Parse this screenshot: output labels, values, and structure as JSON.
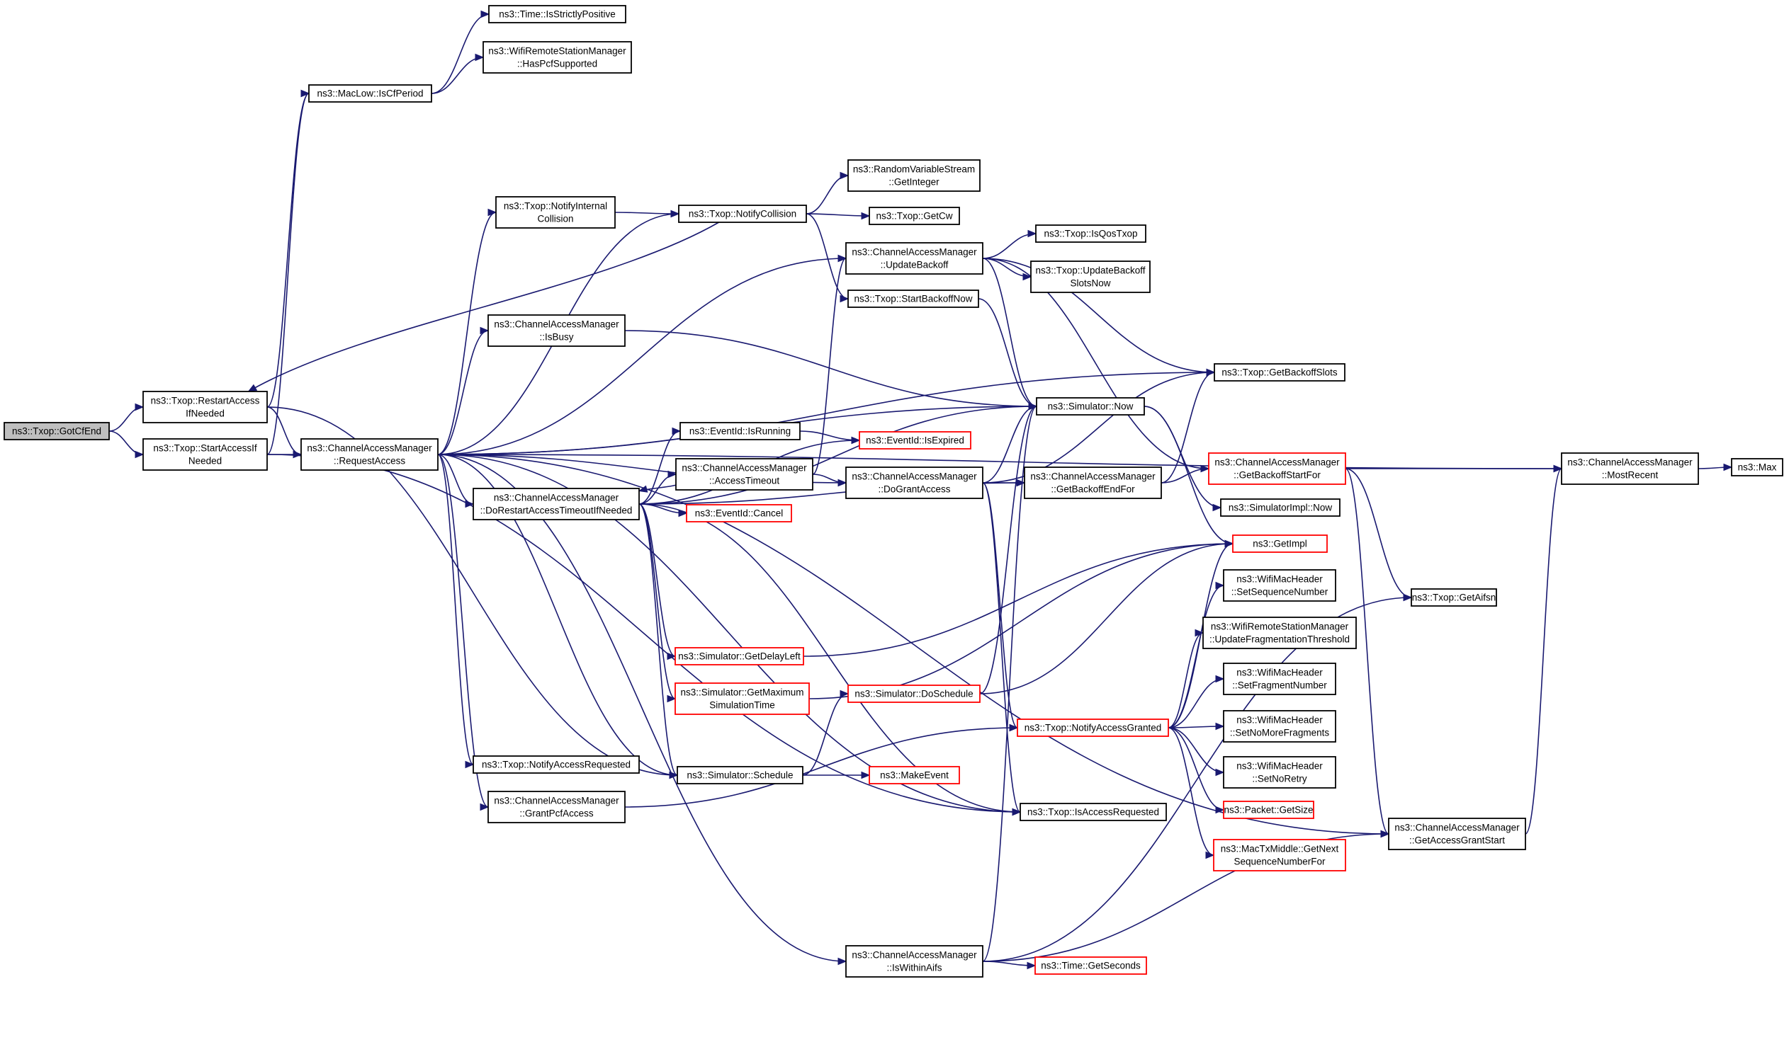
{
  "diagram": {
    "nodes": [
      {
        "id": "gotcfend",
        "lines": [
          "ns3::Txop::GotCfEnd"
        ],
        "style": "root"
      },
      {
        "id": "restart",
        "lines": [
          "ns3::Txop::RestartAccess",
          "IfNeeded"
        ],
        "style": "normal"
      },
      {
        "id": "startaccess",
        "lines": [
          "ns3::Txop::StartAccessIf",
          "Needed"
        ],
        "style": "normal"
      },
      {
        "id": "reqaccess",
        "lines": [
          "ns3::ChannelAccessManager",
          "::RequestAccess"
        ],
        "style": "normal"
      },
      {
        "id": "isstrictlypositive",
        "lines": [
          "ns3::Time::IsStrictlyPositive"
        ],
        "style": "normal"
      },
      {
        "id": "haspcf",
        "lines": [
          "ns3::WifiRemoteStationManager",
          "::HasPcfSupported"
        ],
        "style": "normal"
      },
      {
        "id": "iscfperiod",
        "lines": [
          "ns3::MacLow::IsCfPeriod"
        ],
        "style": "normal"
      },
      {
        "id": "getinteger",
        "lines": [
          "ns3::RandomVariableStream",
          "::GetInteger"
        ],
        "style": "normal"
      },
      {
        "id": "notifyinternal",
        "lines": [
          "ns3::Txop::NotifyInternal",
          "Collision"
        ],
        "style": "normal"
      },
      {
        "id": "notifycollision",
        "lines": [
          "ns3::Txop::NotifyCollision"
        ],
        "style": "normal"
      },
      {
        "id": "getcw",
        "lines": [
          "ns3::Txop::GetCw"
        ],
        "style": "normal"
      },
      {
        "id": "isqostxop",
        "lines": [
          "ns3::Txop::IsQosTxop"
        ],
        "style": "normal"
      },
      {
        "id": "updatebackoff",
        "lines": [
          "ns3::ChannelAccessManager",
          "::UpdateBackoff"
        ],
        "style": "normal"
      },
      {
        "id": "updatebackoffslots",
        "lines": [
          "ns3::Txop::UpdateBackoff",
          "SlotsNow"
        ],
        "style": "normal"
      },
      {
        "id": "startbackoffnow",
        "lines": [
          "ns3::Txop::StartBackoffNow"
        ],
        "style": "normal"
      },
      {
        "id": "isbusy",
        "lines": [
          "ns3::ChannelAccessManager",
          "::IsBusy"
        ],
        "style": "normal"
      },
      {
        "id": "getbackoffslots",
        "lines": [
          "ns3::Txop::GetBackoffSlots"
        ],
        "style": "normal"
      },
      {
        "id": "simnow",
        "lines": [
          "ns3::Simulator::Now"
        ],
        "style": "normal"
      },
      {
        "id": "isrunning",
        "lines": [
          "ns3::EventId::IsRunning"
        ],
        "style": "normal"
      },
      {
        "id": "isexpired",
        "lines": [
          "ns3::EventId::IsExpired"
        ],
        "style": "red"
      },
      {
        "id": "accesstimeout",
        "lines": [
          "ns3::ChannelAccessManager",
          "::AccessTimeout"
        ],
        "style": "normal"
      },
      {
        "id": "dograntaccess",
        "lines": [
          "ns3::ChannelAccessManager",
          "::DoGrantAccess"
        ],
        "style": "normal"
      },
      {
        "id": "getbackoffendfor",
        "lines": [
          "ns3::ChannelAccessManager",
          "::GetBackoffEndFor"
        ],
        "style": "normal"
      },
      {
        "id": "getbackoffstartfor",
        "lines": [
          "ns3::ChannelAccessManager",
          "::GetBackoffStartFor"
        ],
        "style": "red"
      },
      {
        "id": "mostrecent",
        "lines": [
          "ns3::ChannelAccessManager",
          "::MostRecent"
        ],
        "style": "normal"
      },
      {
        "id": "max",
        "lines": [
          "ns3::Max"
        ],
        "style": "normal"
      },
      {
        "id": "doretimeout",
        "lines": [
          "ns3::ChannelAccessManager",
          "::DoRestartAccessTimeoutIfNeeded"
        ],
        "style": "normal"
      },
      {
        "id": "cancel",
        "lines": [
          "ns3::EventId::Cancel"
        ],
        "style": "red"
      },
      {
        "id": "simimplnow",
        "lines": [
          "ns3::SimulatorImpl::Now"
        ],
        "style": "normal"
      },
      {
        "id": "getimpl",
        "lines": [
          "ns3::GetImpl"
        ],
        "style": "red"
      },
      {
        "id": "setseq",
        "lines": [
          "ns3::WifiMacHeader",
          "::SetSequenceNumber"
        ],
        "style": "normal"
      },
      {
        "id": "updatefrag",
        "lines": [
          "ns3::WifiRemoteStationManager",
          "::UpdateFragmentationThreshold"
        ],
        "style": "normal"
      },
      {
        "id": "getaifsn",
        "lines": [
          "ns3::Txop::GetAifsn"
        ],
        "style": "normal"
      },
      {
        "id": "getdelayleft",
        "lines": [
          "ns3::Simulator::GetDelayLeft"
        ],
        "style": "red"
      },
      {
        "id": "getmaxsim",
        "lines": [
          "ns3::Simulator::GetMaximum",
          "SimulationTime"
        ],
        "style": "red"
      },
      {
        "id": "doschedule",
        "lines": [
          "ns3::Simulator::DoSchedule"
        ],
        "style": "red"
      },
      {
        "id": "setfrag",
        "lines": [
          "ns3::WifiMacHeader",
          "::SetFragmentNumber"
        ],
        "style": "normal"
      },
      {
        "id": "notifyaccessgranted",
        "lines": [
          "ns3::Txop::NotifyAccessGranted"
        ],
        "style": "red"
      },
      {
        "id": "setnomore",
        "lines": [
          "ns3::WifiMacHeader",
          "::SetNoMoreFragments"
        ],
        "style": "normal"
      },
      {
        "id": "notifyaccessrequested",
        "lines": [
          "ns3::Txop::NotifyAccessRequested"
        ],
        "style": "normal"
      },
      {
        "id": "setnoretry",
        "lines": [
          "ns3::WifiMacHeader",
          "::SetNoRetry"
        ],
        "style": "normal"
      },
      {
        "id": "schedule",
        "lines": [
          "ns3::Simulator::Schedule"
        ],
        "style": "normal"
      },
      {
        "id": "makeevent",
        "lines": [
          "ns3::MakeEvent"
        ],
        "style": "red"
      },
      {
        "id": "grantpcf",
        "lines": [
          "ns3::ChannelAccessManager",
          "::GrantPcfAccess"
        ],
        "style": "normal"
      },
      {
        "id": "isaccessrequested",
        "lines": [
          "ns3::Txop::IsAccessRequested"
        ],
        "style": "normal"
      },
      {
        "id": "getsize",
        "lines": [
          "ns3::Packet::GetSize"
        ],
        "style": "red"
      },
      {
        "id": "getaccessgrantstart",
        "lines": [
          "ns3::ChannelAccessManager",
          "::GetAccessGrantStart"
        ],
        "style": "normal"
      },
      {
        "id": "getnextseq",
        "lines": [
          "ns3::MacTxMiddle::GetNext",
          "SequenceNumberFor"
        ],
        "style": "red"
      },
      {
        "id": "iswithinaifs",
        "lines": [
          "ns3::ChannelAccessManager",
          "::IsWithinAifs"
        ],
        "style": "normal"
      },
      {
        "id": "getseconds",
        "lines": [
          "ns3::Time::GetSeconds"
        ],
        "style": "red"
      }
    ],
    "edges": [
      [
        "gotcfend",
        "restart"
      ],
      [
        "gotcfend",
        "startaccess"
      ],
      [
        "restart",
        "iscfperiod"
      ],
      [
        "restart",
        "reqaccess"
      ],
      [
        "restart",
        "schedule"
      ],
      [
        "startaccess",
        "iscfperiod"
      ],
      [
        "startaccess",
        "reqaccess"
      ],
      [
        "startaccess",
        "isaccessrequested"
      ],
      [
        "iscfperiod",
        "isstrictlypositive"
      ],
      [
        "iscfperiod",
        "haspcf"
      ],
      [
        "reqaccess",
        "notifyinternal"
      ],
      [
        "reqaccess",
        "notifycollision"
      ],
      [
        "reqaccess",
        "updatebackoff"
      ],
      [
        "reqaccess",
        "isbusy"
      ],
      [
        "reqaccess",
        "simnow"
      ],
      [
        "reqaccess",
        "getbackoffslots"
      ],
      [
        "reqaccess",
        "mostrecent"
      ],
      [
        "reqaccess",
        "doretimeout"
      ],
      [
        "reqaccess",
        "dograntaccess"
      ],
      [
        "reqaccess",
        "notifyaccessrequested"
      ],
      [
        "reqaccess",
        "grantpcf"
      ],
      [
        "reqaccess",
        "isaccessrequested"
      ],
      [
        "reqaccess",
        "schedule"
      ],
      [
        "reqaccess",
        "iswithinaifs"
      ],
      [
        "reqaccess",
        "getaccessgrantstart"
      ],
      [
        "notifycollision",
        "restart"
      ],
      [
        "notifycollision",
        "getinteger"
      ],
      [
        "notifycollision",
        "getcw"
      ],
      [
        "notifycollision",
        "startbackoffnow"
      ],
      [
        "notifyinternal",
        "notifycollision"
      ],
      [
        "updatebackoff",
        "isqostxop"
      ],
      [
        "updatebackoff",
        "updatebackoffslots"
      ],
      [
        "updatebackoff",
        "getbackoffslots"
      ],
      [
        "updatebackoff",
        "simnow"
      ],
      [
        "updatebackoff",
        "getbackoffstartfor"
      ],
      [
        "startbackoffnow",
        "simnow"
      ],
      [
        "isbusy",
        "simnow"
      ],
      [
        "simnow",
        "simimplnow"
      ],
      [
        "simnow",
        "getimpl"
      ],
      [
        "isrunning",
        "isexpired"
      ],
      [
        "accesstimeout",
        "updatebackoff"
      ],
      [
        "accesstimeout",
        "dograntaccess"
      ],
      [
        "accesstimeout",
        "doretimeout"
      ],
      [
        "dograntaccess",
        "simnow"
      ],
      [
        "dograntaccess",
        "getbackoffslots"
      ],
      [
        "dograntaccess",
        "getbackoffendfor"
      ],
      [
        "dograntaccess",
        "notifyaccessgranted"
      ],
      [
        "dograntaccess",
        "isaccessrequested"
      ],
      [
        "getbackoffendfor",
        "getbackoffslots"
      ],
      [
        "getbackoffendfor",
        "getbackoffstartfor"
      ],
      [
        "getbackoffstartfor",
        "mostrecent"
      ],
      [
        "getbackoffstartfor",
        "getaifsn"
      ],
      [
        "getbackoffstartfor",
        "getaccessgrantstart"
      ],
      [
        "mostrecent",
        "max"
      ],
      [
        "doretimeout",
        "isrunning"
      ],
      [
        "doretimeout",
        "accesstimeout"
      ],
      [
        "doretimeout",
        "isexpired"
      ],
      [
        "doretimeout",
        "cancel"
      ],
      [
        "doretimeout",
        "getbackoffendfor"
      ],
      [
        "doretimeout",
        "getdelayleft"
      ],
      [
        "doretimeout",
        "getmaxsim"
      ],
      [
        "doretimeout",
        "schedule"
      ],
      [
        "doretimeout",
        "simnow"
      ],
      [
        "doretimeout",
        "isaccessrequested"
      ],
      [
        "getdelayleft",
        "getimpl"
      ],
      [
        "getmaxsim",
        "getimpl"
      ],
      [
        "doschedule",
        "getimpl"
      ],
      [
        "doschedule",
        "simnow"
      ],
      [
        "schedule",
        "doschedule"
      ],
      [
        "schedule",
        "makeevent"
      ],
      [
        "grantpcf",
        "notifyaccessgranted"
      ],
      [
        "notifyaccessgranted",
        "getimpl"
      ],
      [
        "notifyaccessgranted",
        "setseq"
      ],
      [
        "notifyaccessgranted",
        "updatefrag"
      ],
      [
        "notifyaccessgranted",
        "setfrag"
      ],
      [
        "notifyaccessgranted",
        "setnomore"
      ],
      [
        "notifyaccessgranted",
        "setnoretry"
      ],
      [
        "notifyaccessgranted",
        "getsize"
      ],
      [
        "notifyaccessgranted",
        "getnextseq"
      ],
      [
        "iswithinaifs",
        "simnow"
      ],
      [
        "iswithinaifs",
        "getseconds"
      ],
      [
        "iswithinaifs",
        "getaifsn"
      ],
      [
        "iswithinaifs",
        "getaccessgrantstart"
      ],
      [
        "getaccessgrantstart",
        "mostrecent"
      ]
    ]
  }
}
